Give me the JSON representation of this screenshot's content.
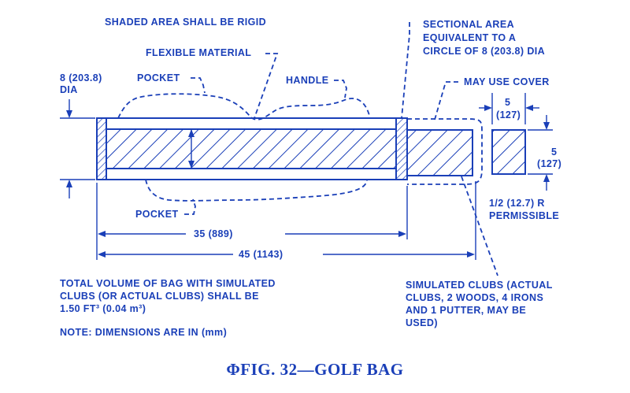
{
  "labels": {
    "shaded_area": "SHADED AREA SHALL BE RIGID",
    "flexible_material": "FLEXIBLE MATERIAL",
    "dia_value": "8 (203.8)",
    "dia_unit": "DIA",
    "pocket_top": "POCKET",
    "handle": "HANDLE",
    "sectional_line1": "SECTIONAL AREA",
    "sectional_line2": "EQUIVALENT TO A",
    "sectional_line3": "CIRCLE OF 8 (203.8) DIA",
    "may_use_cover": "MAY USE COVER",
    "dim_5_top_a": "5",
    "dim_5_top_b": "(127)",
    "dim_5_side_a": "5",
    "dim_5_side_b": "(127)",
    "radius_line1": "1/2 (12.7) R",
    "radius_line2": "PERMISSIBLE",
    "pocket_bottom": "POCKET",
    "dim_35": "35 (889)",
    "dim_45": "45 (1143)",
    "volume_line1": "TOTAL VOLUME OF BAG WITH SIMULATED",
    "volume_line2": "CLUBS (OR ACTUAL CLUBS) SHALL BE",
    "volume_line3": "1.50 FT³ (0.04 m³)",
    "note": "NOTE: DIMENSIONS ARE IN (mm)",
    "clubs_line1": "SIMULATED CLUBS (ACTUAL",
    "clubs_line2": "CLUBS, 2 WOODS, 4 IRONS",
    "clubs_line3": "AND 1 PUTTER, MAY BE",
    "clubs_line4": "USED)"
  },
  "caption": "ΦFIG. 32—GOLF BAG",
  "colors": {
    "ink": "#1a3fb8",
    "paper": "#ffffff"
  }
}
